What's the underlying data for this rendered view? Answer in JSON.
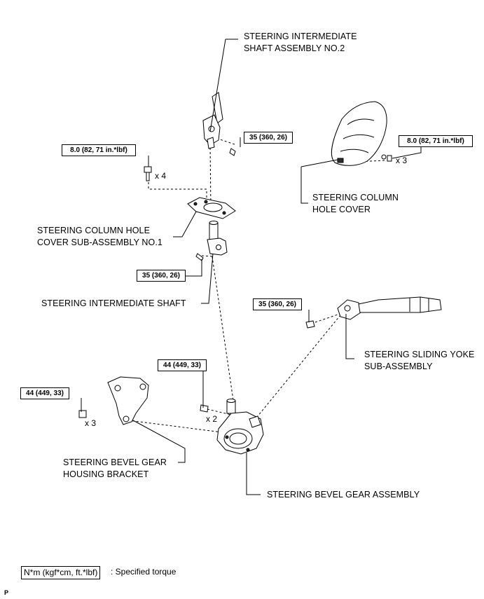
{
  "labels": {
    "intermediate_shaft_no2": [
      "STEERING INTERMEDIATE",
      "SHAFT ASSEMBLY NO.2"
    ],
    "column_hole_cover": [
      "STEERING COLUMN",
      "HOLE COVER"
    ],
    "column_hole_cover_sub_no1": [
      "STEERING COLUMN HOLE",
      "COVER SUB-ASSEMBLY NO.1"
    ],
    "intermediate_shaft": [
      "STEERING INTERMEDIATE SHAFT"
    ],
    "sliding_yoke": [
      "STEERING SLIDING YOKE",
      "SUB-ASSEMBLY"
    ],
    "bevel_gear_bracket": [
      "STEERING BEVEL GEAR",
      "HOUSING BRACKET"
    ],
    "bevel_gear_assembly": [
      "STEERING BEVEL GEAR ASSEMBLY"
    ]
  },
  "torques": {
    "cover_sub_bolts": "8.0 (82, 71 in.*lbf)",
    "column_cover_bolts": "8.0 (82, 71 in.*lbf)",
    "shaft_no2_bolt": "35 (360, 26)",
    "intermediate_shaft_bolt": "35 (360, 26)",
    "sliding_yoke_bolt": "35 (360, 26)",
    "bevel_gear_bolts": "44 (449, 33)",
    "bracket_bolts": "44 (449, 33)"
  },
  "quantities": {
    "cover_sub_bolts": "x 4",
    "column_cover_bolts": "x 3",
    "bevel_gear_bolts": "x 2",
    "bracket_bolts": "x 3"
  },
  "legend": {
    "box": "N*m (kgf*cm, ft.*lbf)",
    "text": ": Specified torque"
  },
  "page_marker": "P"
}
